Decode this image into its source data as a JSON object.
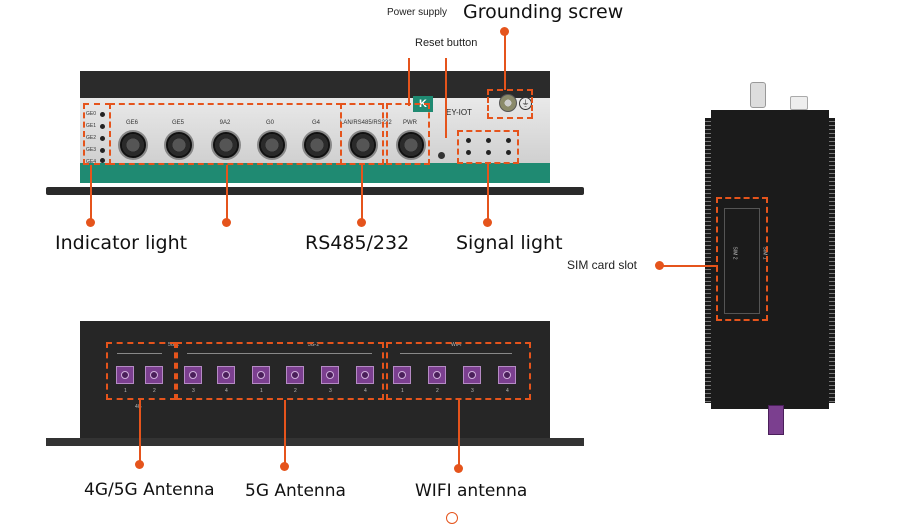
{
  "labels": {
    "power_supply": "Power supply",
    "grounding_screw": "Grounding screw",
    "reset_button": "Reset button",
    "indicator_light": "Indicator light",
    "rs485_232": "RS485/232",
    "signal_light": "Signal light",
    "sim_card_slot": "SIM card slot",
    "antenna_4g5g": "4G/5G Antenna",
    "antenna_5g": "5G Antenna",
    "wifi_antenna": "WIFI antenna"
  },
  "front_panel": {
    "leds": [
      "GE0",
      "GE1",
      "GE2",
      "GE3",
      "GE4"
    ],
    "ports": [
      "GE6",
      "GE5",
      "9A2",
      "G0",
      "G4",
      "LAN/RS485/RS232",
      "PWR"
    ],
    "brand": "EY-IOT"
  },
  "back_panel": {
    "groups": [
      "5G-1",
      "5G-2",
      "WIFI"
    ],
    "group1_numbers": [
      "1",
      "2"
    ],
    "group2_numbers": [
      "3",
      "4",
      "1",
      "2",
      "3",
      "4"
    ],
    "wifi_numbers": [
      "1",
      "2",
      "3",
      "4"
    ],
    "group1_sub": "4G"
  },
  "side_panel": {
    "sim_labels": [
      "SIM 2",
      "SIM 1"
    ]
  },
  "colors": {
    "accent": "#e5541c",
    "green_band": "#1f8a72",
    "antenna_purple": "#7b3f8f"
  }
}
